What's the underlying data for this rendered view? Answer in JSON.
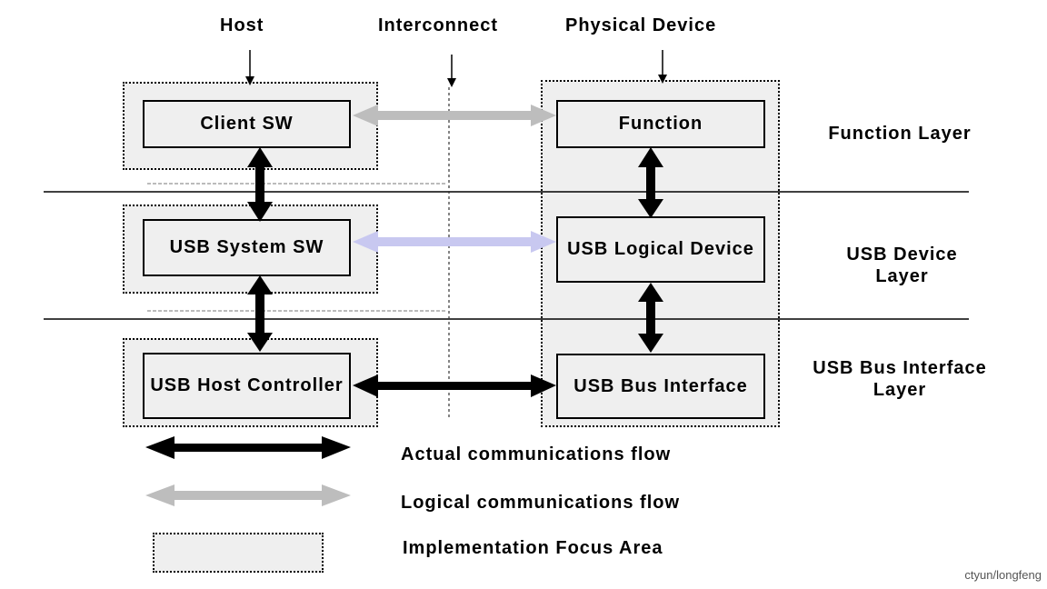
{
  "columns": {
    "host": "Host",
    "interconnect": "Interconnect",
    "device": "Physical Device"
  },
  "components": {
    "client_sw": "Client SW",
    "usb_system_sw": "USB System SW",
    "usb_host_controller": "USB Host Controller",
    "function": "Function",
    "usb_logical_device": "USB Logical Device",
    "usb_bus_interface": "USB Bus Interface"
  },
  "layers": {
    "function": "Function Layer",
    "usb_device": "USB Device Layer",
    "usb_bus_interface": "USB Bus Interface Layer"
  },
  "legend": {
    "actual": "Actual communications flow",
    "logical": "Logical communications flow",
    "focus": "Implementation Focus Area"
  },
  "colors": {
    "actual_flow": "#000000",
    "logical_flow": "#bdbdbd",
    "logical_flow_usb": "#c8c8f0",
    "focus_fill": "#efefef"
  },
  "watermark": "ctyun/longfeng"
}
